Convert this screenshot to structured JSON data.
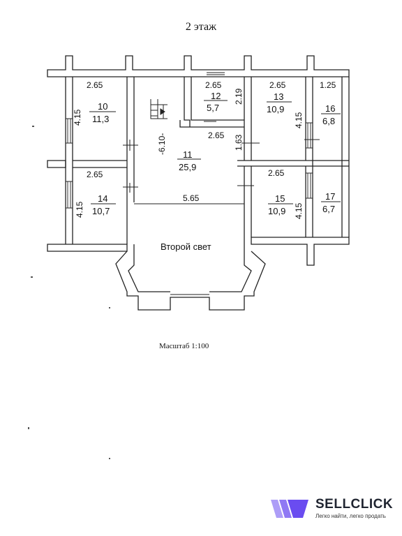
{
  "title": "2 этаж",
  "scale_label": "Масштаб 1:100",
  "second_light": "Второй свет",
  "rooms": {
    "r10": {
      "num": "10",
      "area": "11,3",
      "width": "2.65",
      "depth": "4.15"
    },
    "r11": {
      "num": "11",
      "area": "25,9",
      "width": "5.65",
      "depth": "-6.10-",
      "side": "1.63",
      "top": "2.65"
    },
    "r12": {
      "num": "12",
      "area": "5,7",
      "width": "2.65",
      "depth": "2.19"
    },
    "r13": {
      "num": "13",
      "area": "10,9",
      "width": "2.65",
      "depth": "4.15"
    },
    "r14": {
      "num": "14",
      "area": "10,7",
      "width": "2.65",
      "depth": "4.15"
    },
    "r15": {
      "num": "15",
      "area": "10,9",
      "width": "2.65",
      "depth": "4.15"
    },
    "r16": {
      "num": "16",
      "area": "6,8",
      "width": "1.25"
    },
    "r17": {
      "num": "17",
      "area": "6,7"
    }
  },
  "watermark": {
    "name": "SELLCLICK",
    "tagline": "Легко найти, легко продать",
    "color": "#6a4cf0"
  }
}
